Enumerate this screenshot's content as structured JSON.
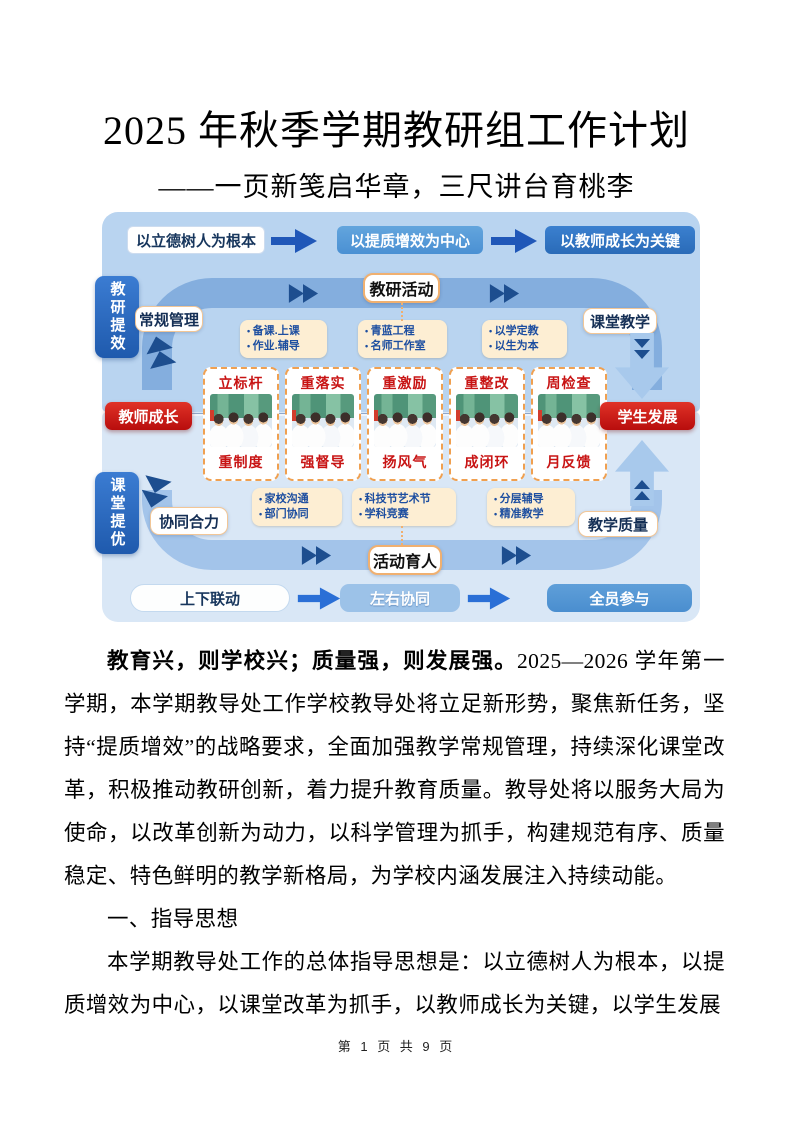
{
  "document": {
    "title": "2025 年秋季学期教研组工作计划",
    "subtitle": "——一页新笺启华章，三尺讲台育桃李",
    "p1_bold": "教育兴，则学校兴；质量强，则发展强。",
    "p1_rest": "2025—2026 学年第一学期，本学期教导处工作学校教导处将立足新形势，聚焦新任务，坚持“提质增效”的战略要求，全面加强教学常规管理，持续深化课堂改革，积极推动教研创新，着力提升教育质量。教导处将以服务大局为使命，以改革创新为动力，以科学管理为抓手，构建规范有序、质量稳定、特色鲜明的教学新格局，为学校内涵发展注入持续动能。",
    "heading1": "一、指导思想",
    "p2": "本学期教导处工作的总体指导思想是：以立德树人为根本，以提质增效为中心，以课堂改革为抓手，以教师成长为关键，以学生发展",
    "footer": "第 1 页 共 9 页"
  },
  "info": {
    "top_flow": [
      "以立德树人为根本",
      "以提质增效为中心",
      "以教师成长为关键"
    ],
    "side_tabs": [
      "教研提效",
      "课堂提优"
    ],
    "hub_top": "教研活动",
    "hub_bottom": "活动育人",
    "corner_tl": "常规管理",
    "corner_tr": "课堂教学",
    "corner_bl": "协同合力",
    "corner_br": "教学质量",
    "pill_left": "教师成长",
    "pill_right": "学生发展",
    "bullets_top": [
      [
        "备课.上课",
        "作业.辅导"
      ],
      [
        "青蓝工程",
        "名师工作室"
      ],
      [
        "以学定教",
        "以生为本"
      ]
    ],
    "bullets_bottom": [
      [
        "家校沟通",
        "部门协同"
      ],
      [
        "科技节艺术节",
        "学科竞赛"
      ],
      [
        "分层辅导",
        "精准教学"
      ]
    ],
    "cards": [
      {
        "top": "立标杆",
        "bottom": "重制度"
      },
      {
        "top": "重落实",
        "bottom": "强督导"
      },
      {
        "top": "重激励",
        "bottom": "扬风气"
      },
      {
        "top": "重整改",
        "bottom": "成闭环"
      },
      {
        "top": "周检查",
        "bottom": "月反馈"
      }
    ],
    "bottom_flow": [
      "上下联动",
      "左右协同",
      "全员参与"
    ],
    "colors": {
      "panel_top": "#b9d4f0",
      "panel_bottom": "#d9e7f6",
      "band_top": "#84aede",
      "band_bottom": "#a3c4ea",
      "tab_blue": "#2265c4",
      "flow_blue_mid": "#4a90d3",
      "flow_blue_dark": "#2a6bb8",
      "red_accent": "#c81414",
      "cream": "#fdeed3",
      "arrow_navy": "#1d4e8f"
    }
  }
}
